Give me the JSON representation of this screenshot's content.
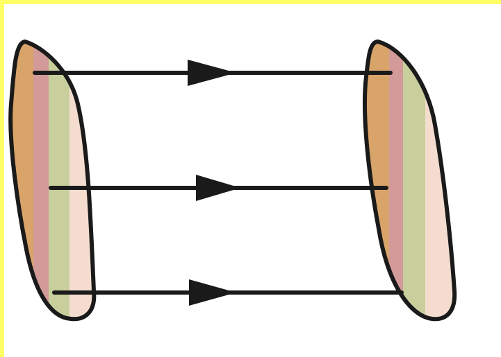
{
  "colors": {
    "frame": "#ffff66",
    "outline": "#1a1a1a",
    "arrow": "#1a1a1a",
    "stripe_orange": "#d9a46a",
    "stripe_pink": "#d29a98",
    "stripe_green": "#c9cf9c",
    "stripe_cream": "#f4ddcf",
    "background": "#ffffff"
  },
  "shapes": {
    "left_blob": {
      "name": "left-striped-blob",
      "stripes": [
        "stripe_orange",
        "stripe_pink",
        "stripe_green",
        "stripe_cream"
      ]
    },
    "right_blob": {
      "name": "right-striped-blob",
      "stripes": [
        "stripe_orange",
        "stripe_pink",
        "stripe_green",
        "stripe_cream"
      ]
    }
  },
  "arrows": [
    {
      "name": "arrow-top",
      "direction": "right"
    },
    {
      "name": "arrow-middle",
      "direction": "right"
    },
    {
      "name": "arrow-bottom",
      "direction": "right"
    }
  ]
}
